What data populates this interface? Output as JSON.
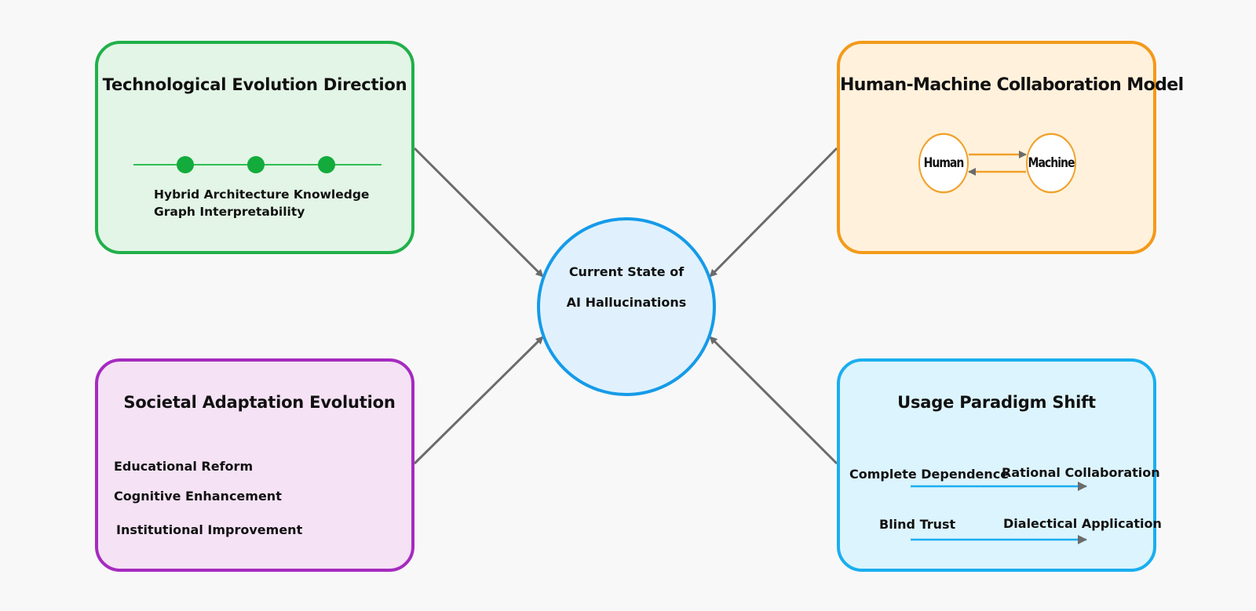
{
  "center": {
    "line1": "Current State of",
    "line2": "AI Hallucinations",
    "border_color": "#159be8",
    "fill_color": "#e0f1fd"
  },
  "boxes": {
    "tech": {
      "title": "Technological Evolution Direction",
      "description": "Hybrid Architecture Knowledge Graph Interpretability",
      "timeline_points": 3,
      "border_color": "#20b04a",
      "fill_color": "#e3f5e6"
    },
    "human_machine": {
      "title": "Human-Machine Collaboration Model",
      "node_human": "Human",
      "node_machine": "Machine",
      "border_color": "#f39a1a",
      "fill_color": "#fff1dc"
    },
    "societal": {
      "title": "Societal Adaptation Evolution",
      "items": [
        "Educational Reform",
        "Cognitive Enhancement",
        "Institutional Improvement"
      ],
      "border_color": "#a52bbf",
      "fill_color": "#f5e2f5"
    },
    "usage": {
      "title": "Usage Paradigm Shift",
      "shifts": [
        {
          "from": "Complete Dependence",
          "to": "Rational Collaboration"
        },
        {
          "from": "Blind Trust",
          "to": "Dialectical Application"
        }
      ],
      "border_color": "#1aaeef",
      "fill_color": "#dcf4fd"
    }
  },
  "connectors": {
    "color": "#6b6b6b",
    "edges": [
      {
        "from": "Technological Evolution Direction",
        "to": "Current State of AI Hallucinations"
      },
      {
        "from": "Human-Machine Collaboration Model",
        "to": "Current State of AI Hallucinations"
      },
      {
        "from": "Societal Adaptation Evolution",
        "to": "Current State of AI Hallucinations"
      },
      {
        "from": "Usage Paradigm Shift",
        "to": "Current State of AI Hallucinations"
      }
    ]
  }
}
